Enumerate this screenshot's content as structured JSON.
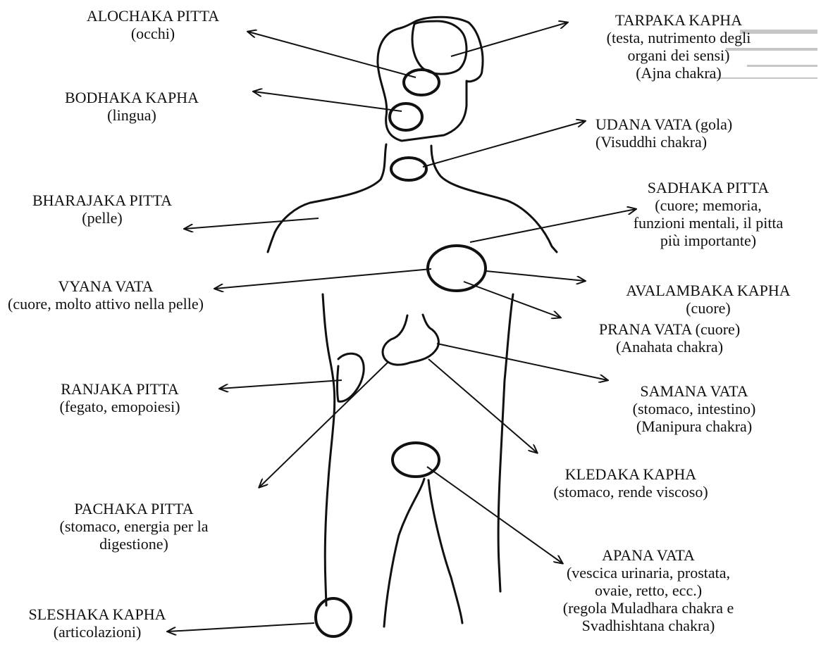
{
  "labels": {
    "alochaka": {
      "name": "ALOCHAKA PITTA",
      "desc": [
        "(occhi)"
      ]
    },
    "bodhaka": {
      "name": "BODHAKA KAPHA",
      "desc": [
        "(lingua)"
      ]
    },
    "bharajaka": {
      "name": "BHARAJAKA PITTA",
      "desc": [
        "(pelle)"
      ]
    },
    "vyana": {
      "name": "VYANA VATA",
      "desc": [
        "(cuore, molto attivo nella pelle)"
      ]
    },
    "ranjaka": {
      "name": "RANJAKA PITTA",
      "desc": [
        "(fegato, emopoiesi)"
      ]
    },
    "pachaka": {
      "name": "PACHAKA PITTA",
      "desc": [
        "(stomaco, energia per la",
        "digestione)"
      ]
    },
    "sleshaka": {
      "name": "SLESHAKA KAPHA",
      "desc": [
        "(articolazioni)"
      ]
    },
    "tarpaka": {
      "name": "TARPAKA KAPHA",
      "desc": [
        "(testa, nutrimento degli",
        "organi dei sensi)",
        "(Ajna chakra)"
      ]
    },
    "udana": {
      "name": "UDANA VATA (gola)",
      "desc": [
        "(Visuddhi chakra)"
      ]
    },
    "sadhaka": {
      "name": "SADHAKA PITTA",
      "desc": [
        "(cuore; memoria,",
        "funzioni mentali, il pitta",
        "più importante)"
      ]
    },
    "avalambaka": {
      "name": "AVALAMBAKA KAPHA",
      "desc": [
        "(cuore)"
      ]
    },
    "prana": {
      "name": "PRANA VATA (cuore)",
      "desc": [
        "(Anahata chakra)"
      ]
    },
    "samana": {
      "name": "SAMANA VATA",
      "desc": [
        "(stomaco, intestino)",
        "(Manipura chakra)"
      ]
    },
    "kledaka": {
      "name": "KLEDAKA KAPHA",
      "desc": [
        "(stomaco, rende viscoso)"
      ]
    },
    "apana": {
      "name": "APANA VATA",
      "desc": [
        "(vescica urinaria, prostata,",
        "ovaie, retto, ecc.)",
        "(regola Muladhara chakra e",
        "Svadhishtana chakra)"
      ]
    }
  },
  "colors": {
    "ink": "#111111",
    "paper": "#ffffff"
  }
}
